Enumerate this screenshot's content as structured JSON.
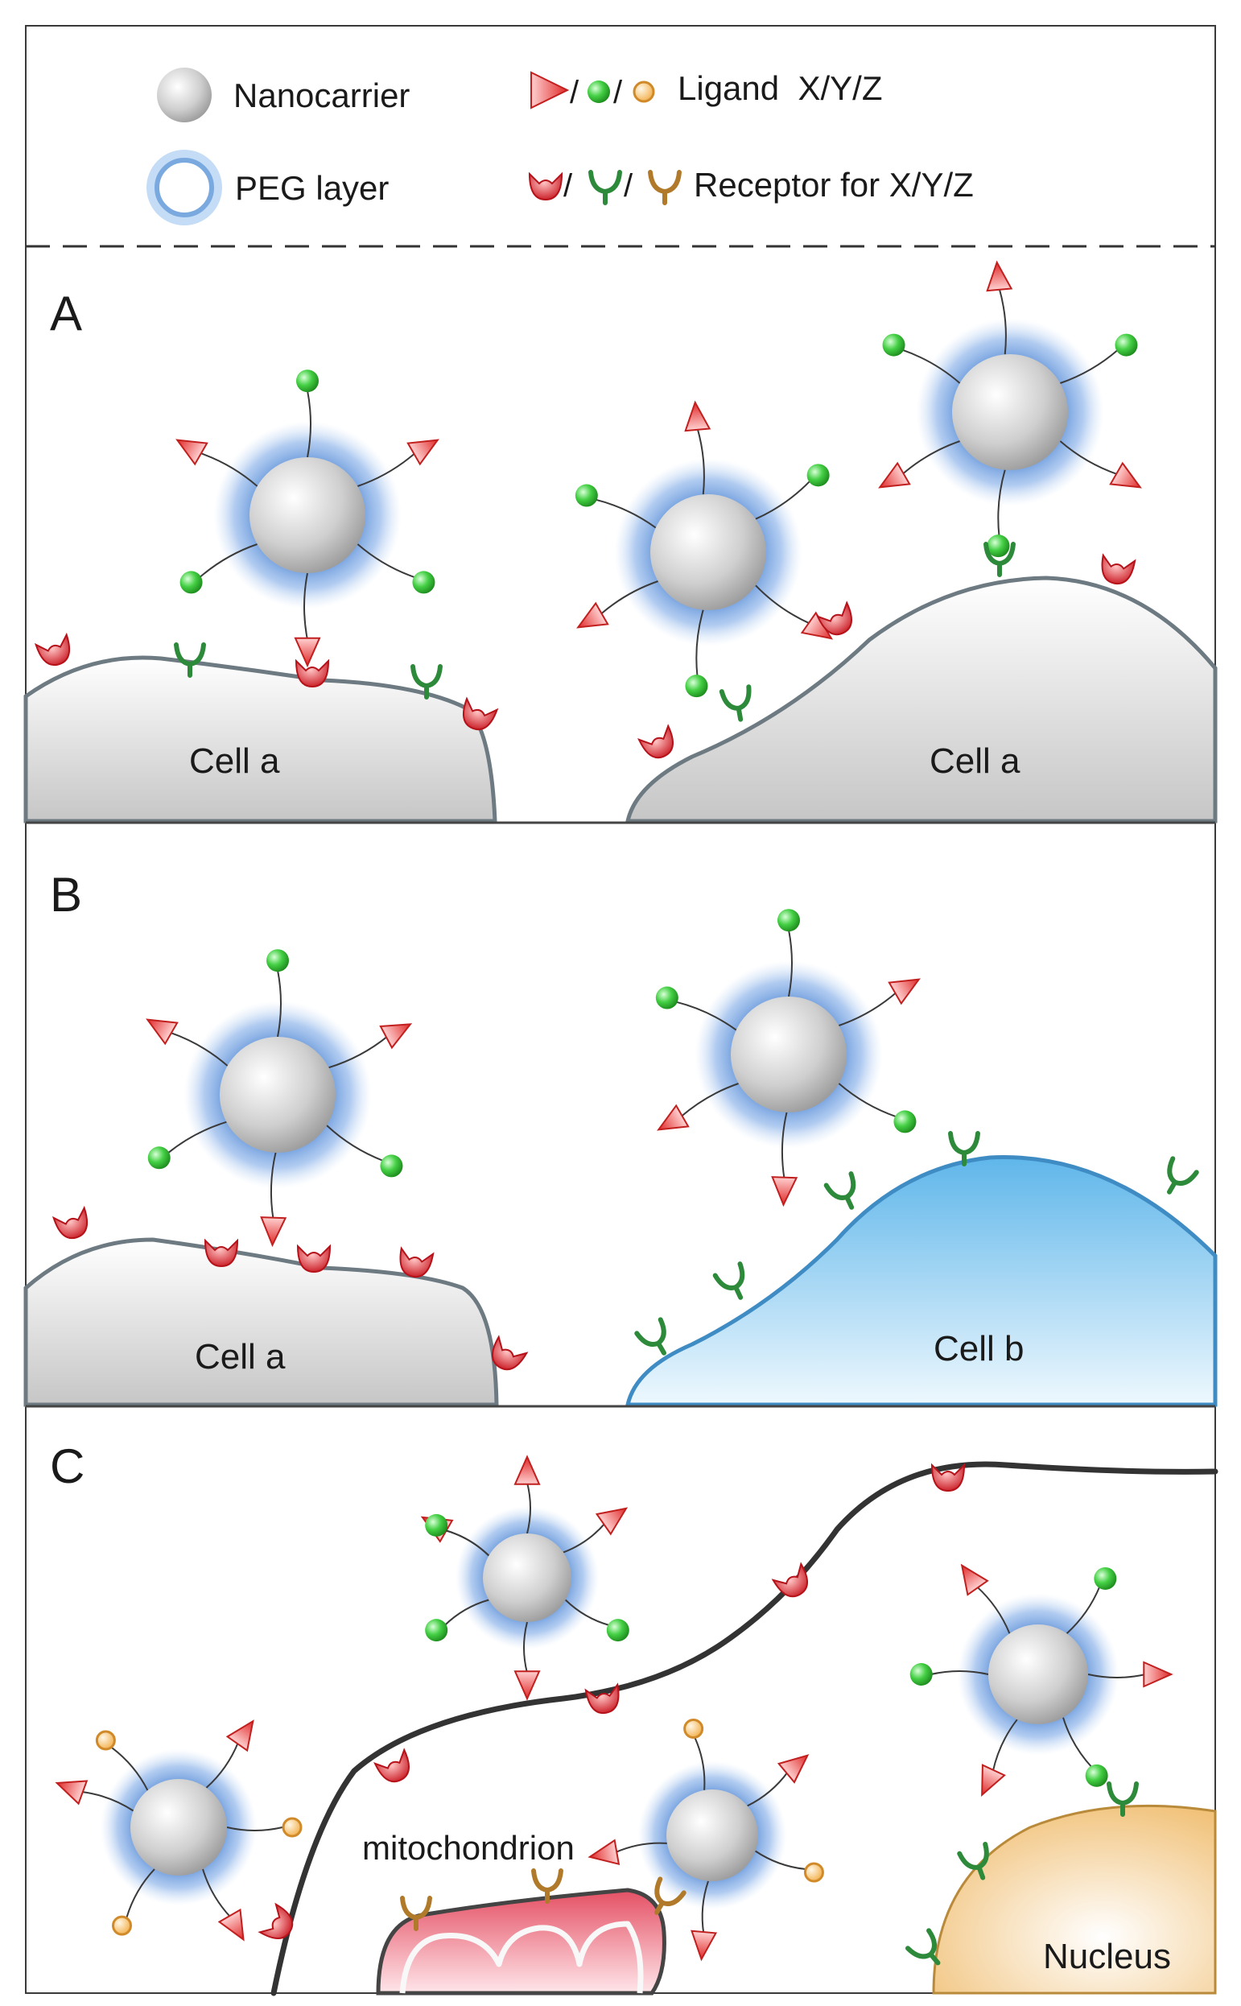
{
  "legend": {
    "nanocarrier": "Nanocarrier",
    "peg_layer": "PEG layer",
    "ligand_sep1": "/",
    "ligand_sep2": "/",
    "ligand": "Ligand  X/Y/Z",
    "receptor_sep1": "/",
    "receptor_sep2": "/",
    "receptor": "Receptor for X/Y/Z"
  },
  "panels": {
    "a": {
      "letter": "A",
      "cell_left": "Cell a",
      "cell_right": "Cell a"
    },
    "b": {
      "letter": "B",
      "cell_left": "Cell a",
      "cell_right": "Cell b"
    },
    "c": {
      "letter": "C",
      "mitochondrion": "mitochondrion",
      "nucleus": "Nucleus"
    }
  },
  "colors": {
    "ligand_x": "#e23a3a",
    "ligand_y": "#3ec93e",
    "ligand_z": "#e8a33a",
    "receptor_x": "#c81e2a",
    "receptor_y": "#2d8a3a",
    "receptor_z": "#b07a2a",
    "cell_a": "#d3d3d3",
    "cell_b": "#7cc4ec",
    "peg": "#7aa9e0",
    "nucleus": "#f2c47c",
    "mitochondrion": "#e85a6e"
  },
  "icons": [
    "nanocarrier-icon",
    "peg-layer-icon",
    "ligand-x-icon",
    "ligand-y-icon",
    "ligand-z-icon",
    "receptor-x-icon",
    "receptor-y-icon",
    "receptor-z-icon"
  ]
}
